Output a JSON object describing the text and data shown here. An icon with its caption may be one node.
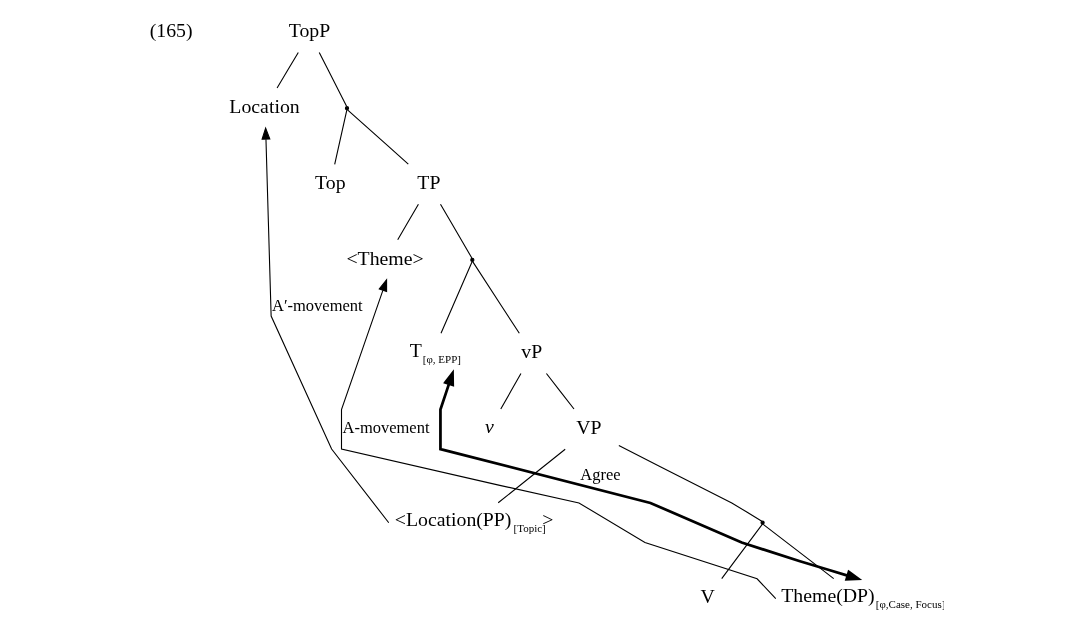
{
  "diagram": {
    "nodes": [
      {
        "text": [
          "TopP"
        ]
      },
      {
        "text": [
          "Location"
        ]
      },
      {
        "text": [],
        "shape": "point"
      },
      {
        "text": [
          "Top"
        ]
      },
      {
        "text": [
          "TP"
        ]
      },
      {
        "text": [
          "<Theme>"
        ]
      },
      {
        "text": [],
        "shape": "point"
      },
      {
        "text": [
          "T$_{[φ, EPP]}$"
        ]
      },
      {
        "text": [
          "vP"
        ]
      },
      {
        "text": [
          "v"
        ]
      },
      {
        "text": [
          "VP"
        ]
      },
      {
        "text": [
          "<Location(PP)$_{[Topic]}$>"
        ]
      },
      {
        "text": [],
        "shape": "point"
      },
      {
        "text": [
          "V"
        ]
      },
      {
        "text": [
          "Theme(DP)$_{[φ,Case, Focus]}$"
        ]
      }
    ],
    "edges": [
      {
        "from": 0,
        "to": 1,
        "arrow": "none"
      },
      {
        "from": 0,
        "to": 2,
        "arrow": "none"
      },
      {
        "from": 2,
        "to": 3,
        "arrow": "none"
      },
      {
        "from": 2,
        "to": 4,
        "arrow": "none"
      },
      {
        "from": 4,
        "to": 5,
        "arrow": "none"
      },
      {
        "from": 4,
        "to": 6,
        "arrow": "none"
      },
      {
        "from": 6,
        "to": 7,
        "arrow": "none"
      },
      {
        "from": 6,
        "to": 8,
        "arrow": "none"
      },
      {
        "from": 8,
        "to": 9,
        "arrow": "none"
      },
      {
        "from": 8,
        "to": 10,
        "arrow": "none"
      },
      {
        "from": 10,
        "to": 11,
        "arrow": "none"
      },
      {
        "from": 10,
        "to": 12,
        "arrow": "none"
      },
      {
        "from": 12,
        "to": 13,
        "arrow": "none"
      },
      {
        "from": 12,
        "to": 14,
        "arrow": "none"
      },
      {
        "from": 11,
        "to": 1,
        "arrow": "to",
        "label": "A′-movement"
      },
      {
        "from": 14,
        "to": 5,
        "arrow": "to",
        "label": "A-movement"
      },
      {
        "from": 7,
        "to": 14,
        "arrow": "both",
        "label": "Agree",
        "style": "thick"
      }
    ],
    "labels": [
      "(165)"
    ]
  }
}
